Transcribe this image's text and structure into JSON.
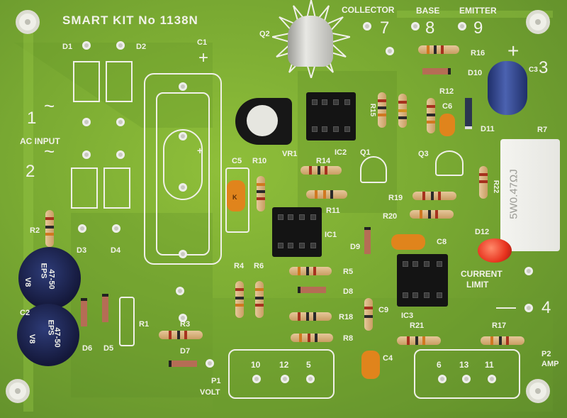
{
  "board": {
    "title": "SMART KIT No 1138N",
    "pin_labels": {
      "collector": "COLLECTOR",
      "base": "BASE",
      "emitter": "EMITTER"
    },
    "pin_numbers": {
      "n1": "1",
      "n2": "2",
      "n3": "3",
      "n4": "4",
      "n7": "7",
      "n8": "8",
      "n9": "9"
    },
    "polarity": {
      "plus_top": "+",
      "minus_bottom": "—",
      "plus_c1": "+",
      "plus_c1_inner": "+"
    },
    "ac_input": "AC INPUT",
    "tilde_1": "~",
    "tilde_2": "~",
    "current_limit": [
      "CURRENT",
      "LIMIT"
    ],
    "p1": {
      "name": "P1",
      "label": "VOLT",
      "pins": [
        "10",
        "12",
        "5"
      ]
    },
    "p2": {
      "name": "P2",
      "label": "AMP",
      "pins": [
        "6",
        "13",
        "11"
      ]
    }
  },
  "designators": {
    "d1": "D1",
    "d2": "D2",
    "d3": "D3",
    "d4": "D4",
    "d5": "D5",
    "d6": "D6",
    "d7": "D7",
    "d8": "D8",
    "d9": "D9",
    "d10": "D10",
    "d11": "D11",
    "d12": "D12",
    "c1": "C1",
    "c2": "C2",
    "c3": "C3",
    "c4": "C4",
    "c5": "C5",
    "c6": "C6",
    "c8": "C8",
    "c9": "C9",
    "q1": "Q1",
    "q2": "Q2",
    "q3": "Q3",
    "r1": "R1",
    "r2": "R2",
    "r3": "R3",
    "r4": "R4",
    "r5": "R5",
    "r6": "R6",
    "r7": "R7",
    "r8": "R8",
    "r10": "R10",
    "r11": "R11",
    "r12": "R12",
    "r14": "R14",
    "r15": "R15",
    "r16": "R16",
    "r17": "R17",
    "r18": "R18",
    "r19": "R19",
    "r20": "R20",
    "r21": "R21",
    "r22": "R22",
    "ic1": "IC1",
    "ic2": "IC2",
    "ic3": "IC3",
    "vr1": "VR1"
  },
  "components": {
    "r7_marking": "5W0.47ΩJ",
    "cap_marking": [
      "EPS",
      "47-50",
      "V8"
    ],
    "cap_small_marking": "K"
  },
  "colors": {
    "pcb": "#7fb034",
    "silkscreen": "#f2f2ea",
    "led": "#e8331e",
    "ceramic_cap": "#e0841c"
  }
}
